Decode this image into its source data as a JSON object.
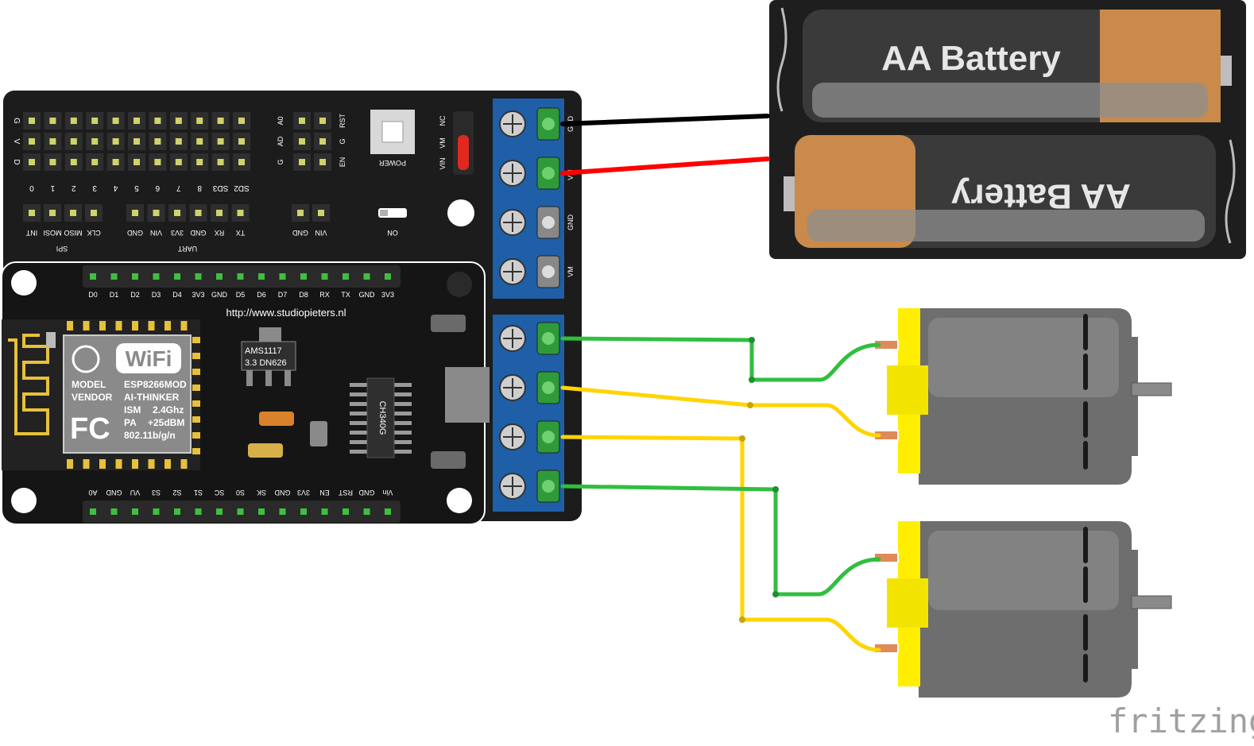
{
  "shield": {
    "header_row_labels": [
      "G",
      "V",
      "D"
    ],
    "header_col_labels": [
      "0",
      "1",
      "2",
      "3",
      "4",
      "5",
      "6",
      "7",
      "8",
      "SD3",
      "SD2"
    ],
    "aux_labels_left": [
      "A0",
      "AD",
      "G"
    ],
    "aux_labels_right": [
      "RST",
      "G",
      "EN"
    ],
    "power_label": "POWER",
    "jumper_labels": [
      "NC",
      "VM",
      "VIN"
    ],
    "switch_label": "ON",
    "spi_pins": [
      "INT",
      "MOSI",
      "MISO",
      "CLK"
    ],
    "spi_label": "SPI",
    "uart_pins": [
      "GND",
      "VIN",
      "3V3",
      "GND",
      "RX",
      "TX"
    ],
    "uart_label": "UART",
    "pwr_pins": [
      "GND",
      "VIN"
    ],
    "terminal_labels": [
      "GND",
      "VM",
      "GND",
      "VM"
    ]
  },
  "nodemcu": {
    "top_pins": [
      "D0",
      "D1",
      "D2",
      "D3",
      "D4",
      "3V3",
      "GND",
      "D5",
      "D6",
      "D7",
      "D8",
      "RX",
      "TX",
      "GND",
      "3V3"
    ],
    "bottom_pins": [
      "A0",
      "GND",
      "VU",
      "S3",
      "S2",
      "S1",
      "SC",
      "S0",
      "SK",
      "GND",
      "3V3",
      "EN",
      "RST",
      "GND",
      "Vin"
    ],
    "url": "http://www.studiopieters.nl",
    "regulator_line1": "AMS1117",
    "regulator_line2": "3.3 DN626",
    "usb_chip": "CH340G",
    "wifi": "WiFi",
    "module_lines": [
      "MODEL",
      "VENDOR",
      "ISM",
      "PA"
    ],
    "module_values": [
      "ESP8266MOD",
      "AI-THINKER",
      "2.4Ghz",
      "+25dBM"
    ],
    "standard": "802.11b/g/n",
    "fcc": "FC"
  },
  "battery": {
    "label_top": "AA Battery",
    "label_bottom": "AA Battery"
  },
  "watermark": "fritzing",
  "colors": {
    "board": "#1c1c1c",
    "terminal_blue": "#1f5fa8",
    "wire_black": "#000000",
    "wire_red": "#ff0000",
    "wire_green": "#2fbf3f",
    "wire_yellow": "#ffd400",
    "motor_yellow": "#ffee00",
    "motor_gray": "#6e6e6e",
    "battery_copper": "#c98a4b"
  }
}
